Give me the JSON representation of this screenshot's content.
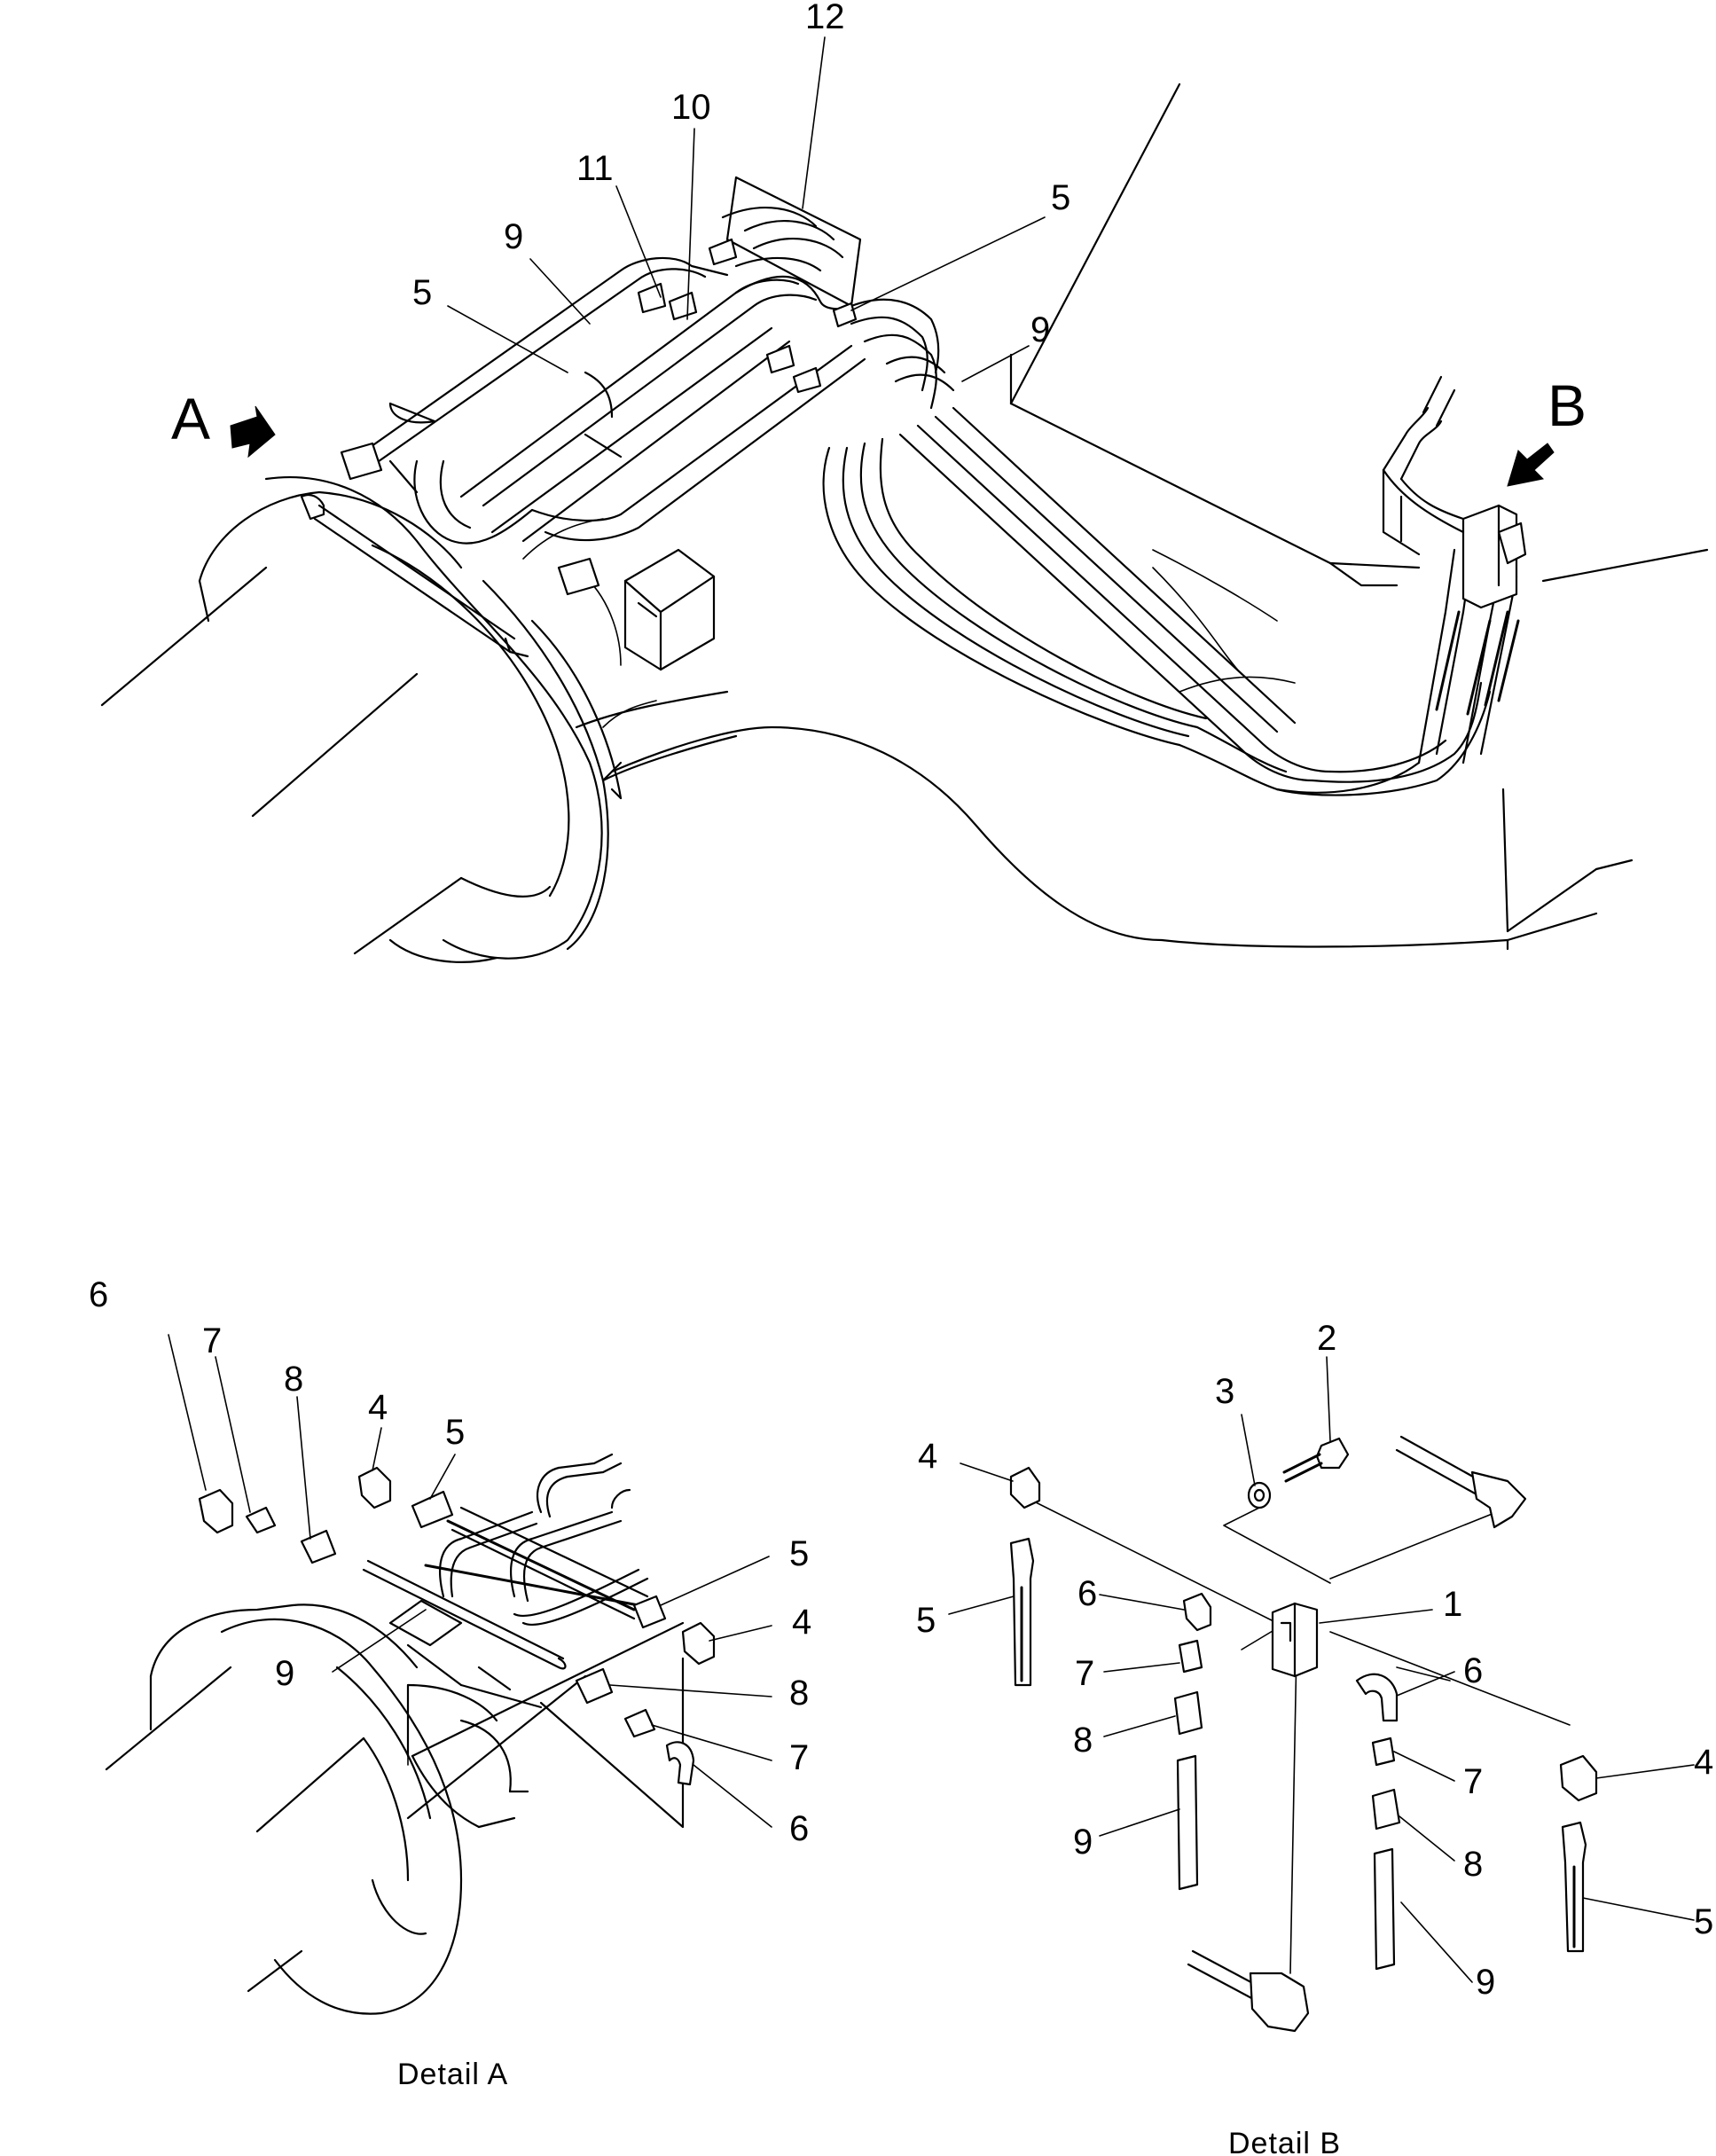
{
  "views": {
    "a_letter": "A",
    "b_letter": "B"
  },
  "callouts": {
    "main_12": "12",
    "main_10": "10",
    "main_11": "11",
    "main_9_left": "9",
    "main_5_left": "5",
    "main_5_right": "5",
    "main_9_right": "9",
    "da_6_top": "6",
    "da_7_top": "7",
    "da_8_top": "8",
    "da_4_top": "4",
    "da_5_top": "5",
    "da_9": "9",
    "da_5_right": "5",
    "da_4_right": "4",
    "da_8_right": "8",
    "da_7_right": "7",
    "da_6_right": "6",
    "db_2": "2",
    "db_3": "3",
    "db_4_left": "4",
    "db_5_left": "5",
    "db_6_left": "6",
    "db_1": "1",
    "db_7_left": "7",
    "db_8_left": "8",
    "db_9_left": "9",
    "db_6_right": "6",
    "db_4_right": "4",
    "db_7_right": "7",
    "db_8_right": "8",
    "db_5_right": "5",
    "db_9_right": "9"
  },
  "captions": {
    "detail_a": "Detail  A",
    "detail_b": "Detail  B"
  }
}
